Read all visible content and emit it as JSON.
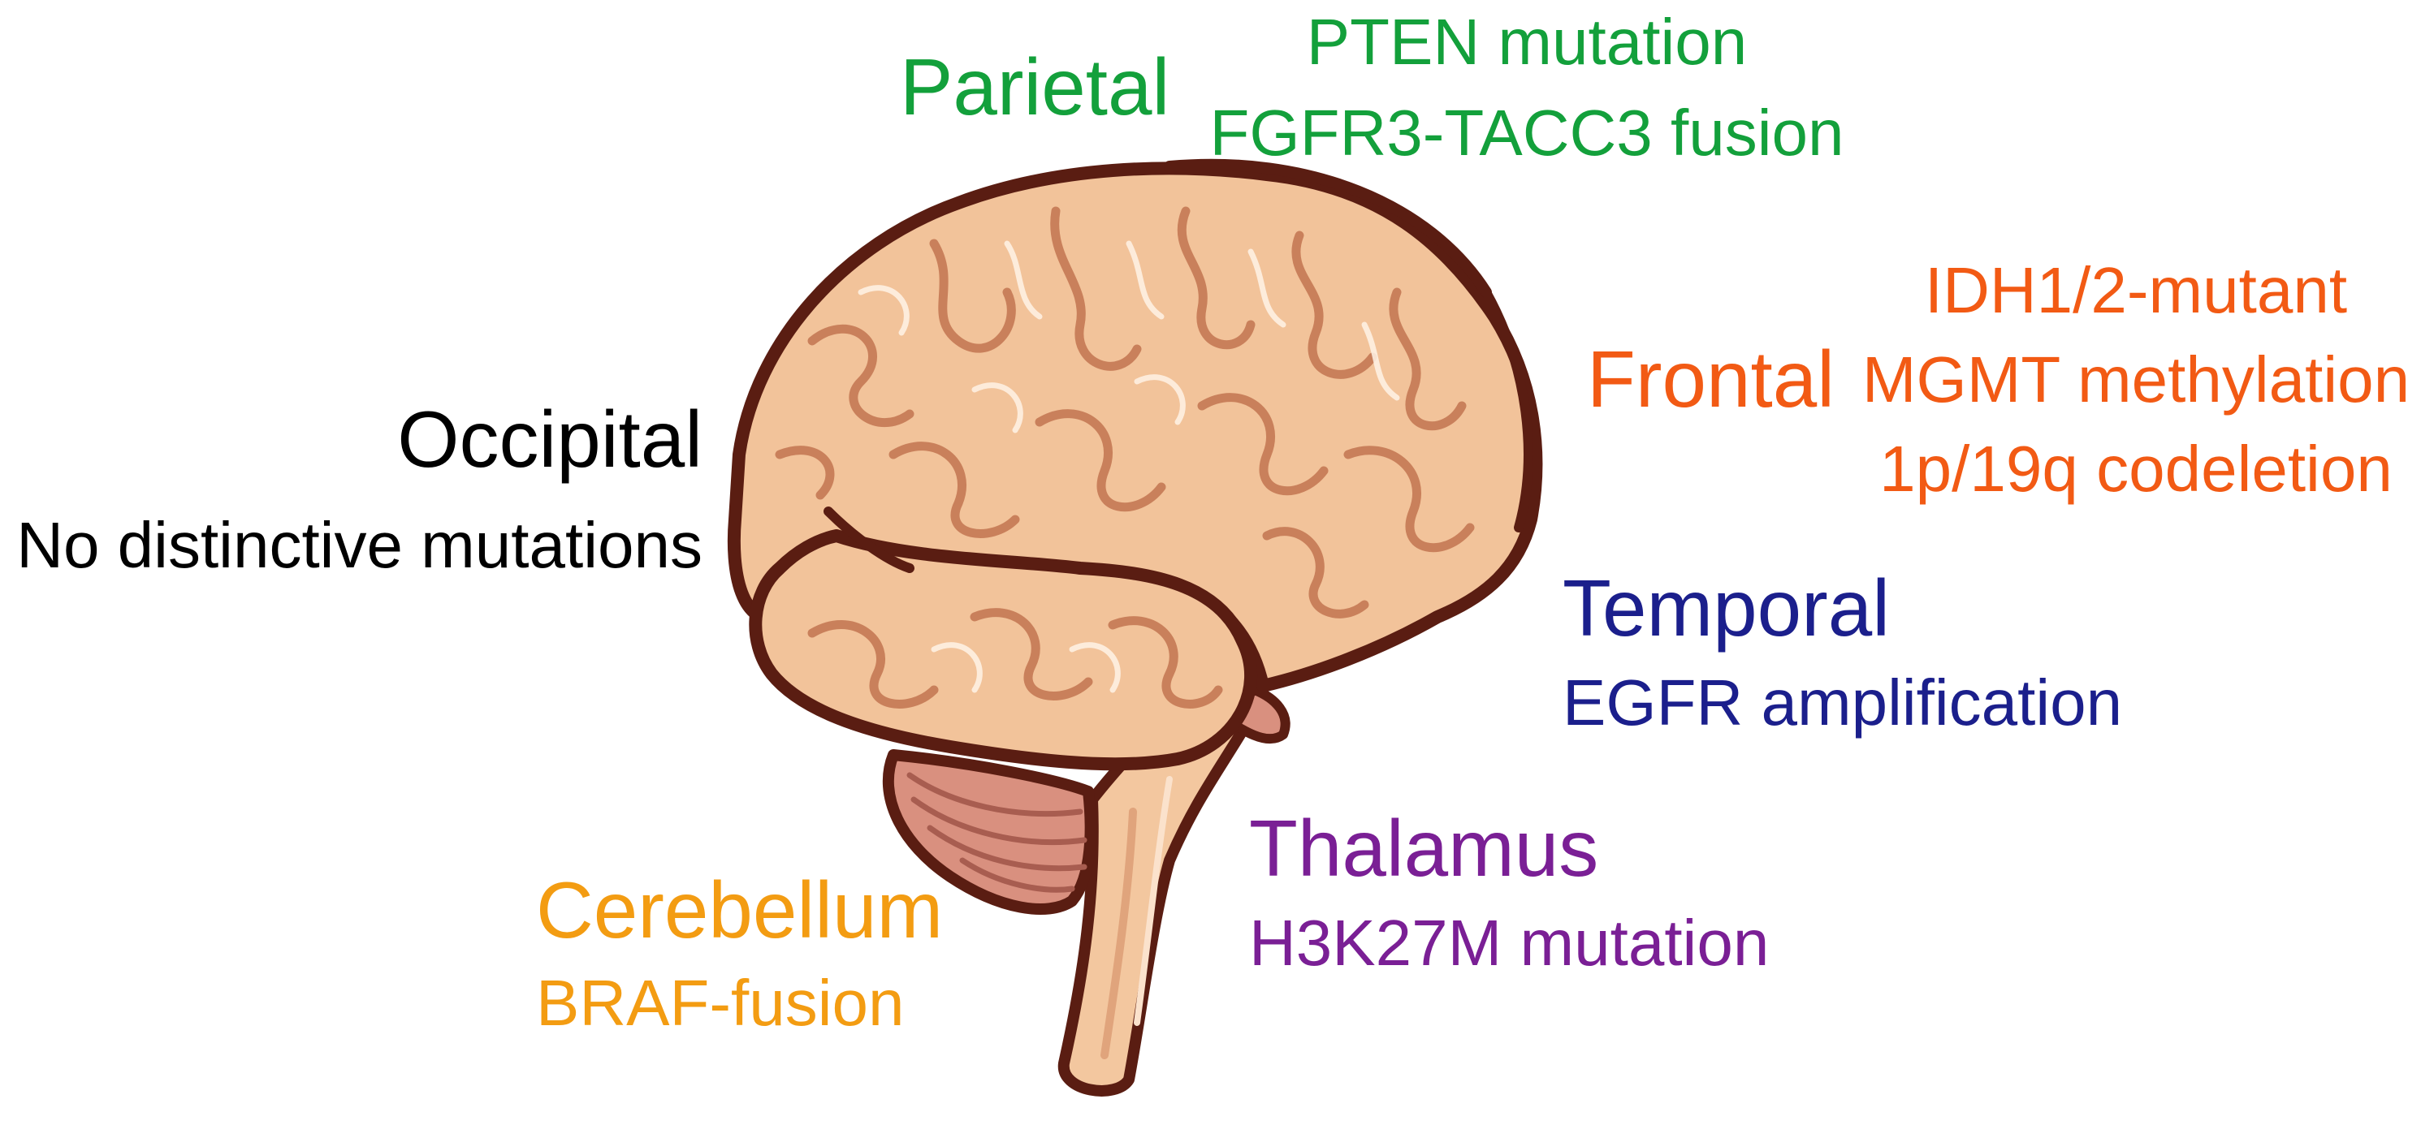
{
  "colors": {
    "parietal": "#13a03b",
    "frontal": "#f25a14",
    "occipital": "#000000",
    "temporal": "#1b1f8c",
    "thalamus": "#7a1f95",
    "cerebellum": "#f39c12",
    "outline": "#5a1d12",
    "brain_fill": "#f2c39a",
    "brain_shade": "#e3a57a",
    "cerebellum_fill": "#d9907f",
    "stem_fill": "#f3c79f"
  },
  "icons": [
    "brain-illustration"
  ],
  "labels": {
    "parietal": {
      "region": "Parietal",
      "mutations": [
        "PTEN mutation",
        "FGFR3-TACC3 fusion"
      ]
    },
    "frontal": {
      "region": "Frontal",
      "mutations": [
        "IDH1/2-mutant",
        "MGMT methylation",
        "1p/19q codeletion"
      ]
    },
    "occipital": {
      "region": "Occipital",
      "mutations": [
        "No distinctive mutations"
      ]
    },
    "temporal": {
      "region": "Temporal",
      "mutations": [
        "EGFR amplification"
      ]
    },
    "thalamus": {
      "region": "Thalamus",
      "mutations": [
        "H3K27M mutation"
      ]
    },
    "cerebellum": {
      "region": "Cerebellum",
      "mutations": [
        "BRAF-fusion"
      ]
    }
  }
}
